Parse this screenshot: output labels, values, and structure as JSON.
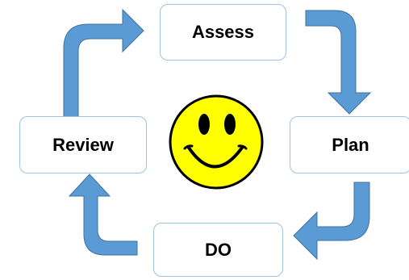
{
  "diagram": {
    "nodes": [
      {
        "id": "assess",
        "label": "Assess"
      },
      {
        "id": "plan",
        "label": "Plan"
      },
      {
        "id": "do",
        "label": "DO"
      },
      {
        "id": "review",
        "label": "Review"
      }
    ],
    "arrows": [
      {
        "from": "review",
        "to": "assess"
      },
      {
        "from": "assess",
        "to": "plan"
      },
      {
        "from": "plan",
        "to": "do"
      },
      {
        "from": "do",
        "to": "review"
      }
    ],
    "center_icon": "smiley-face-icon",
    "colors": {
      "arrow_fill": "#5b9bd5",
      "arrow_outline": "#41719c",
      "node_border": "#9dc3e6",
      "smiley_fill": "#ffff00",
      "smiley_outline": "#000000"
    }
  }
}
